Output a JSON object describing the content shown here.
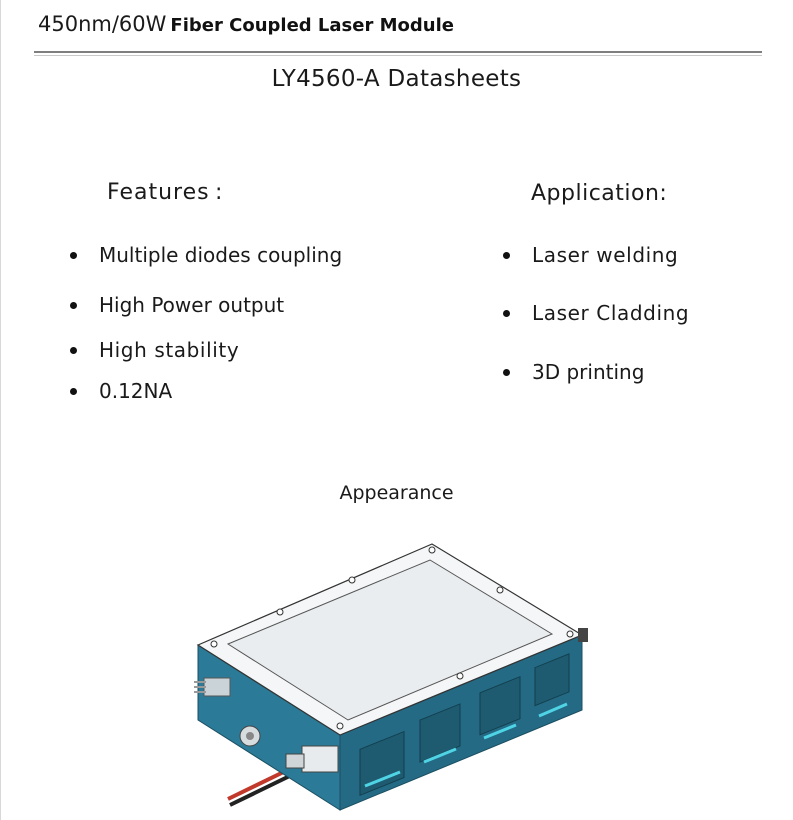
{
  "header": {
    "model_spec": "450nm/60W",
    "product_name": "Fiber Coupled Laser Module"
  },
  "doc_title": "LY4560-A Datasheets",
  "features": {
    "heading": "Features :",
    "items": [
      "Multiple diodes coupling",
      "High Power output",
      "High stability",
      "0.12NA"
    ]
  },
  "application": {
    "heading": "Application:",
    "items": [
      "Laser welding",
      "Laser Cladding",
      "3D printing"
    ]
  },
  "appearance": {
    "heading": "Appearance"
  },
  "colors": {
    "module_body": "#2b7a97",
    "module_lid": "#eef1f3",
    "window_glow": "#4fd4e6",
    "fiber_red": "#c0392b"
  }
}
